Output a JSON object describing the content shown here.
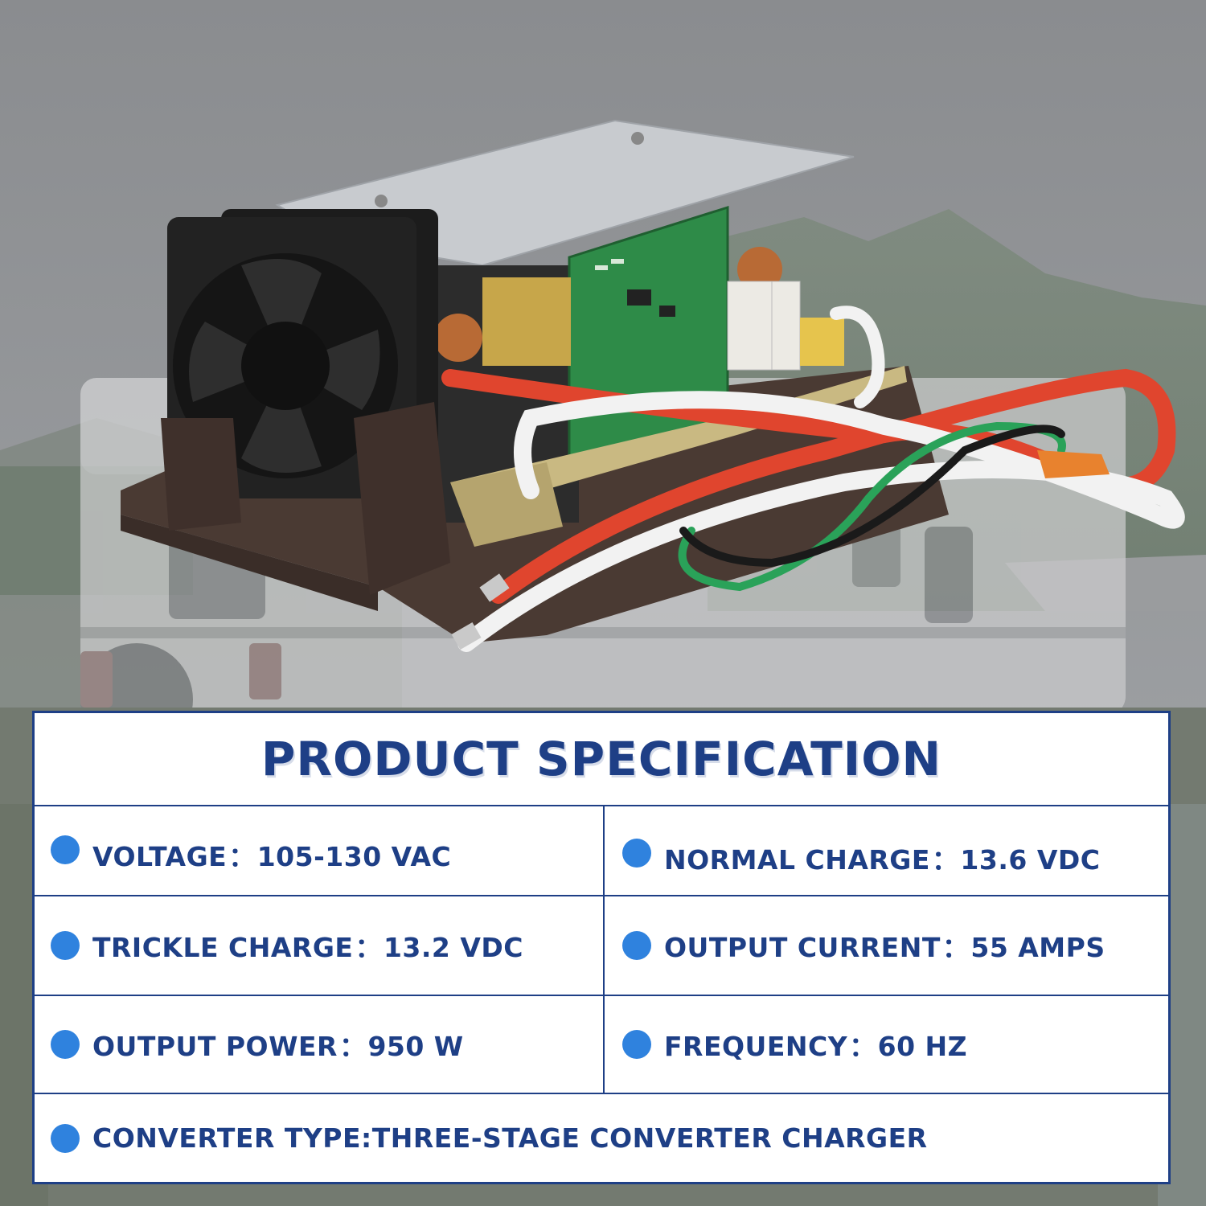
{
  "specification": {
    "title": "PRODUCT SPECIFICATION",
    "items": [
      {
        "label": "VOLTAGE",
        "value": "105-130 VAC"
      },
      {
        "label": "NORMAL CHARGE",
        "value": "13.6 VDC"
      },
      {
        "label": "TRICKLE CHARGE",
        "value": "13.2 VDC"
      },
      {
        "label": "OUTPUT CURRENT",
        "value": "55 AMPS"
      },
      {
        "label": "OUTPUT POWER",
        "value": "950 W"
      },
      {
        "label": "FREQUENCY",
        "value": "60 HZ"
      },
      {
        "label": "CONVERTER TYPE",
        "value": "THREE-STAGE CONVERTER CHARGER"
      }
    ],
    "separator": "："
  },
  "colors": {
    "accent": "#1e3f86",
    "bullet": "#2f82de",
    "panel_bg": "#ffffff"
  },
  "icons": [
    "bullet-dot-icon"
  ]
}
